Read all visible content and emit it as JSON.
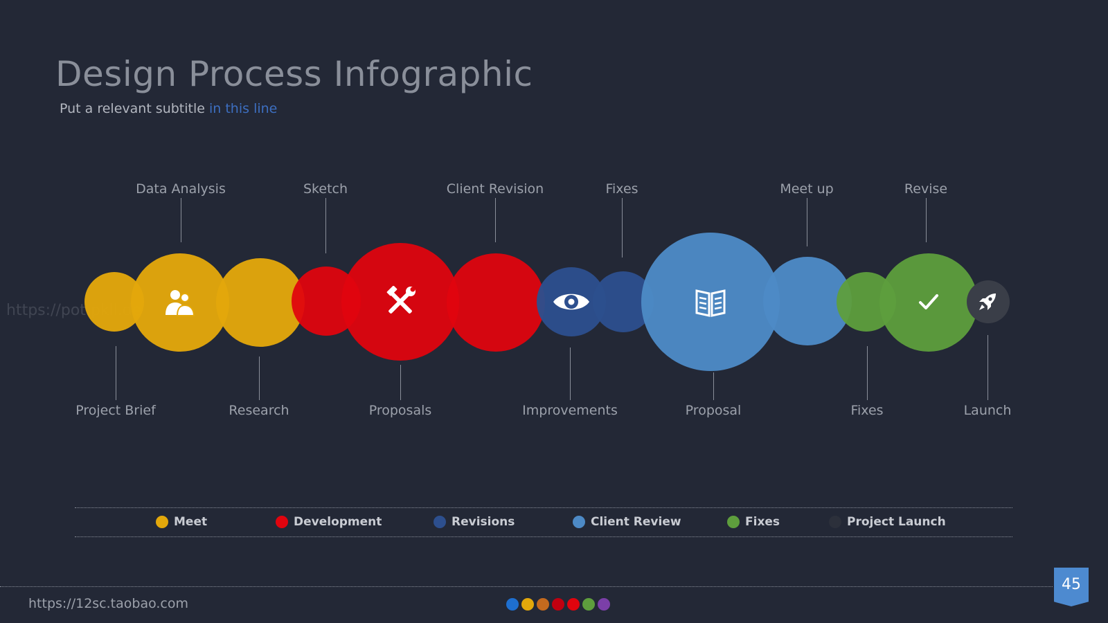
{
  "title": "Design Process Infographic",
  "subtitle": {
    "text": "Put a relevant subtitle ",
    "highlight": "in this line"
  },
  "watermark": "https://pot.pkll.de",
  "colors": {
    "meet": "#e3a80b",
    "development": "#e0040e",
    "revisions": "#2d4f8e",
    "client_review": "#4d8ac6",
    "fixes": "#5e9e3d",
    "launch": "#3a3e48"
  },
  "process_steps": [
    {
      "group": "meet",
      "icon": null
    },
    {
      "group": "meet",
      "icon": "team-icon"
    },
    {
      "group": "meet",
      "icon": null
    },
    {
      "group": "development",
      "icon": null
    },
    {
      "group": "development",
      "icon": "tools-icon"
    },
    {
      "group": "development",
      "icon": null
    },
    {
      "group": "revisions",
      "icon": "eye-icon"
    },
    {
      "group": "revisions",
      "icon": null
    },
    {
      "group": "client_review",
      "icon": "book-icon"
    },
    {
      "group": "client_review",
      "icon": null
    },
    {
      "group": "fixes",
      "icon": null
    },
    {
      "group": "fixes",
      "icon": "check-icon"
    },
    {
      "group": "launch",
      "icon": "rocket-icon"
    }
  ],
  "labels_top": [
    "Data Analysis",
    "Sketch",
    "Client Revision",
    "Fixes",
    "Meet up",
    "Revise"
  ],
  "labels_bottom": [
    "Project Brief",
    "Research",
    "Proposals",
    "Improvements",
    "Proposal",
    "Fixes",
    "Launch"
  ],
  "legend": [
    {
      "label": "Meet",
      "color": "#e3a80b"
    },
    {
      "label": "Development",
      "color": "#e0040e"
    },
    {
      "label": "Revisions",
      "color": "#2d4f8e"
    },
    {
      "label": "Client Review",
      "color": "#4d8ac6"
    },
    {
      "label": "Fixes",
      "color": "#5e9e3d"
    },
    {
      "label": "Project Launch",
      "color": "#2c303b"
    }
  ],
  "footer": {
    "url": "https://12sc.taobao.com",
    "dots": [
      "#1e6fd0",
      "#e3a80b",
      "#c46a1e",
      "#c00010",
      "#e0040e",
      "#5e9e3d",
      "#7b3fa8"
    ],
    "page_number": "45"
  }
}
